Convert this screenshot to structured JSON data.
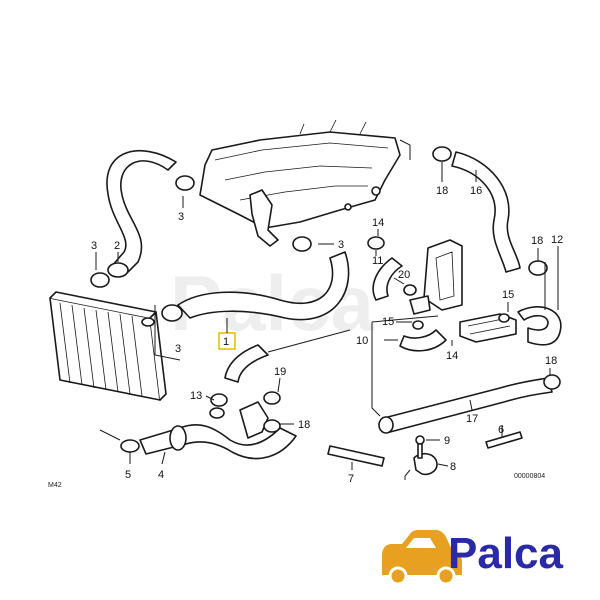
{
  "diagram": {
    "watermark": "Palca",
    "callouts": [
      "1",
      "2",
      "3",
      "3",
      "3",
      "3",
      "4",
      "5",
      "6",
      "7",
      "8",
      "9",
      "10",
      "11",
      "12",
      "13",
      "14",
      "14",
      "15",
      "15",
      "16",
      "17",
      "18",
      "18",
      "18",
      "18",
      "19",
      "20"
    ],
    "drawing_code": "M42",
    "drawing_number": "00000804"
  },
  "logo": {
    "text": "Palca",
    "text_color": "#2a2aa8",
    "car_icon": "car-icon",
    "car_color": "#e8a020"
  },
  "colors": {
    "highlight": "#e8c200",
    "line": "#1a1a1a"
  }
}
